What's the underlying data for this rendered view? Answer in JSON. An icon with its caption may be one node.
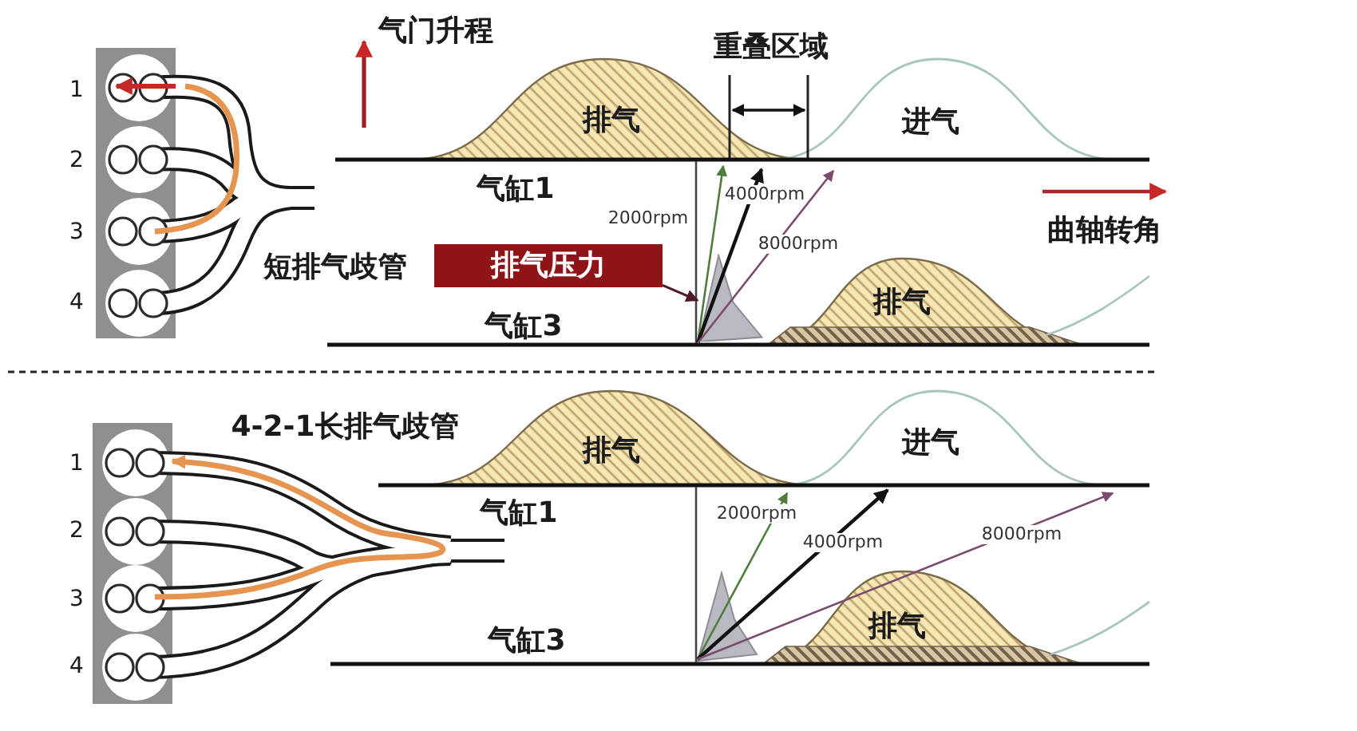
{
  "diagram": {
    "nodes": [
      {
        "text": [
          "排气压力"
        ]
      },
      {
        "text": [],
        "shape": "triangle"
      }
    ],
    "edges": [
      {
        "from": 0,
        "to": 1,
        "arrow": "to"
      }
    ],
    "labels": [
      "1",
      "2",
      "3",
      "4",
      "短排气歧管",
      "气门升程",
      "重叠区域",
      "排气",
      "进气",
      "气缸1",
      "2000rpm",
      "4000rpm",
      "8000rpm",
      "曲轴转角",
      "排气",
      "气缸3",
      "1",
      "2",
      "3",
      "4",
      "4-2-1长排气歧管",
      "排气",
      "进气",
      "气缸1",
      "2000rpm",
      "4000rpm",
      "8000rpm",
      "排气",
      "气缸3"
    ]
  }
}
